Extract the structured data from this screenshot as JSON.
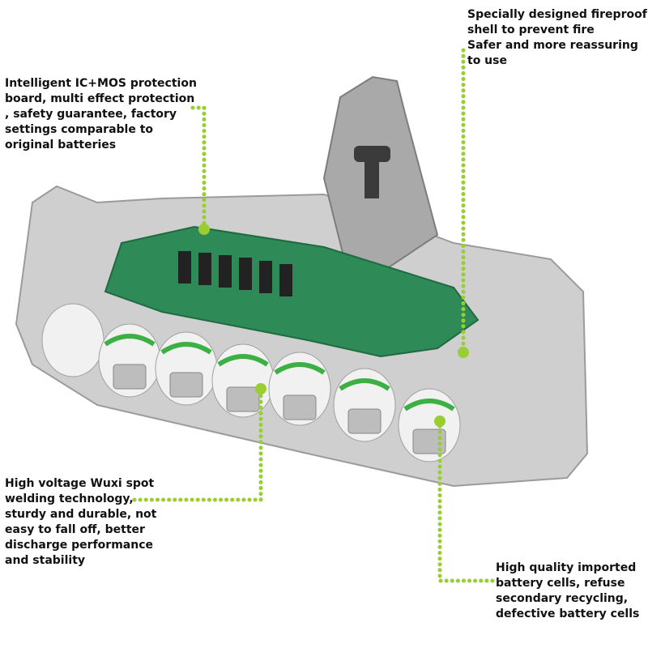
{
  "callouts": {
    "fireproof": {
      "lines": [
        "Specially designed fireproof",
        "shell to prevent fire",
        "Safer and more reassuring",
        "to use"
      ]
    },
    "protection": {
      "lines": [
        "Intelligent IC+MOS protection",
        "board, multi effect protection",
        ", safety guarantee, factory",
        "settings comparable to",
        "original batteries"
      ]
    },
    "welding": {
      "lines": [
        "High voltage Wuxi spot",
        "welding technology,",
        "sturdy and durable, not",
        "easy to fall off, better",
        "discharge performance",
        "and stability"
      ]
    },
    "cells": {
      "lines": [
        "High quality imported",
        "battery cells, refuse",
        "secondary recycling,",
        "defective battery cells"
      ]
    }
  },
  "colors": {
    "leader_line": "#9acd32",
    "shell": "#c8c8c8",
    "pcb": "#2e8b57",
    "cell_band": "#3cb043"
  }
}
